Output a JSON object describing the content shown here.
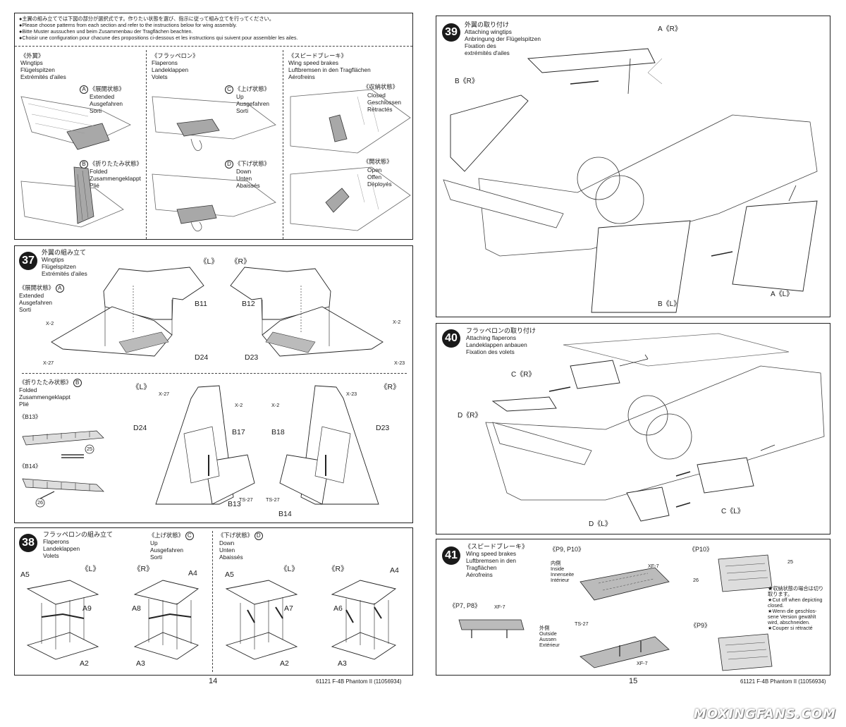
{
  "intro": {
    "lines": [
      "●主翼の組み立てでは下図の部分が選択式です。作りたい状態を選び、指示に従って組み立てを行ってください。",
      "●Please choose patterns from each section and refer to the instructions below for wing assembly.",
      "●Bitte Muster aussuchen und beim Zusammenbau der Tragflächen beachten.",
      "●Choisir une configuration pour chacune des propositions ci-dessous et les instructions qui suivent pour assembler les ailes."
    ],
    "col1": {
      "title": "《外翼》",
      "lines": [
        "Wingtips",
        "Flügelspitzen",
        "Extrémités d'ailes"
      ],
      "optA": {
        "letter": "A",
        "title": "《展開状態》",
        "lines": [
          "Extended",
          "Ausgefahren",
          "Sorti"
        ]
      },
      "optB": {
        "letter": "B",
        "title": "《折りたたみ状態》",
        "lines": [
          "Folded",
          "Zusammengeklappt",
          "Plié"
        ]
      }
    },
    "col2": {
      "title": "《フラッペロン》",
      "lines": [
        "Flaperons",
        "Landeklappen",
        "Volets"
      ],
      "optC": {
        "letter": "C",
        "title": "《上げ状態》",
        "lines": [
          "Up",
          "Ausgefahren",
          "Sorti"
        ]
      },
      "optD": {
        "letter": "D",
        "title": "《下げ状態》",
        "lines": [
          "Down",
          "Unten",
          "Abaissés"
        ]
      }
    },
    "col3": {
      "title": "《スピードブレーキ》",
      "lines": [
        "Wing speed brakes",
        "Luftbremsen in den Tragflächen",
        "Aérofreins"
      ],
      "optClosed": {
        "title": "《収納状態》",
        "lines": [
          "Closed",
          "Geschlossen",
          "Rétractés"
        ]
      },
      "optOpen": {
        "title": "《開状態》",
        "lines": [
          "Open",
          "Offen",
          "Déployés"
        ]
      }
    }
  },
  "step37": {
    "number": "37",
    "title": "外翼の組み立て",
    "lines": [
      "Wingtips",
      "Flügelspitzen",
      "Extrémités d'ailes"
    ],
    "optA_title": "《展開状態》",
    "optA_letter": "A",
    "optA_lines": [
      "Extended",
      "Ausgefahren",
      "Sorti"
    ],
    "optB_title": "《折りたたみ状態》",
    "optB_letter": "B",
    "optB_lines": [
      "Folded",
      "Zusammengeklappt",
      "Plié"
    ],
    "side_l": "《L》",
    "side_r": "《R》",
    "parts": {
      "b11": "B11",
      "b12": "B12",
      "d24": "D24",
      "d23": "D23",
      "b17": "B17",
      "b18": "B18",
      "b13": "B13",
      "b14": "B14",
      "x2": "X-2",
      "x27": "X-27",
      "x23": "X-23",
      "ts27": "TS-27",
      "b13c": "《B13》",
      "b14c": "《B14》"
    }
  },
  "step38": {
    "number": "38",
    "title": "フラッペロンの組み立て",
    "lines": [
      "Flaperons",
      "Landeklappen",
      "Volets"
    ],
    "up_title": "《上げ状態》",
    "up_letter": "C",
    "up_lines": [
      "Up",
      "Ausgefahren",
      "Sorti"
    ],
    "down_title": "《下げ状態》",
    "down_letter": "D",
    "down_lines": [
      "Down",
      "Unten",
      "Abaissés"
    ],
    "side_l": "《L》",
    "side_r": "《R》",
    "parts": {
      "a5": "A5",
      "a4": "A4",
      "a9": "A9",
      "a8": "A8",
      "a7": "A7",
      "a6": "A6",
      "a2": "A2",
      "a3": "A3"
    }
  },
  "step39": {
    "number": "39",
    "lines": [
      "外翼の取り付け",
      "Attaching wingtips",
      "Anbringung der Flügelspitzen",
      "Fixation des",
      "extrémités d'ailes"
    ],
    "labels": {
      "ar": "A《R》",
      "br": "B《R》",
      "bl": "B《L》",
      "al": "A《L》"
    }
  },
  "step40": {
    "number": "40",
    "lines": [
      "フラッペロンの取り付け",
      "Attaching flaperons",
      "Landeklappen anbauen",
      "Fixation des volets"
    ],
    "labels": {
      "cr": "C《R》",
      "dr": "D《R》",
      "cl": "C《L》",
      "dl": "D《L》"
    }
  },
  "step41": {
    "number": "41",
    "lines": [
      "《スピードブレーキ》",
      "Wing speed brakes",
      "Luftbremsen in den",
      "Tragflächen",
      "Aérofreins"
    ],
    "p9p10": "《P9, P10》",
    "inside": [
      "内側",
      "Inside",
      "Innenseite",
      "Intérieur"
    ],
    "outside": [
      "外側",
      "Outside",
      "Aussen",
      "Extérieur"
    ],
    "p7p8": "《P7, P8》",
    "xf7": "XF-7",
    "ts27": "TS-27",
    "p10": "《P10》",
    "p9": "《P9》",
    "note": [
      "★収納状態の場合は切り",
      "取ります。",
      "★Cut off when depicting",
      "closed.",
      "★Wenn die geschlos-",
      "sene Version gewählt",
      "wird, abschneiden.",
      "★Couper si rétracté"
    ],
    "n25": "25",
    "n26": "26"
  },
  "footer": {
    "left_page": "14",
    "right_page": "15",
    "left_code": "61121  F-4B Phantom II (11056934)",
    "right_code": "61121  F-4B Phantom II (11056934)",
    "watermark": "MOXINGFANS.COM"
  }
}
